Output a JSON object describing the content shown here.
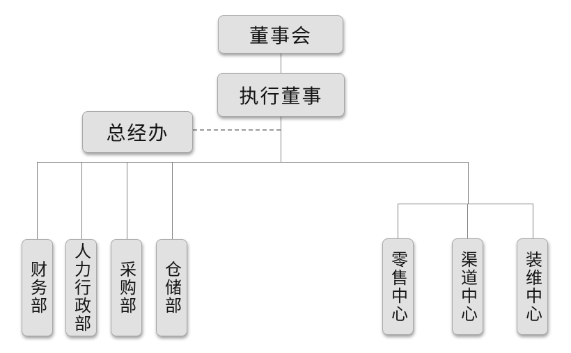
{
  "chart": {
    "type": "org-chart",
    "root": "董事会",
    "executive": "执行董事",
    "staff_office": "总经办",
    "left_departments": [
      "财务部",
      "人力行政部",
      "采购部",
      "仓储部"
    ],
    "right_centers": [
      "零售中心",
      "渠道中心",
      "装维中心"
    ]
  },
  "colors": {
    "box_fill": "#e1e1e1",
    "box_border": "#a8a8a8",
    "connector_line": "#7f7f7f",
    "dashed_line": "#9a9a9a",
    "text": "#141414",
    "background": "#ffffff"
  }
}
